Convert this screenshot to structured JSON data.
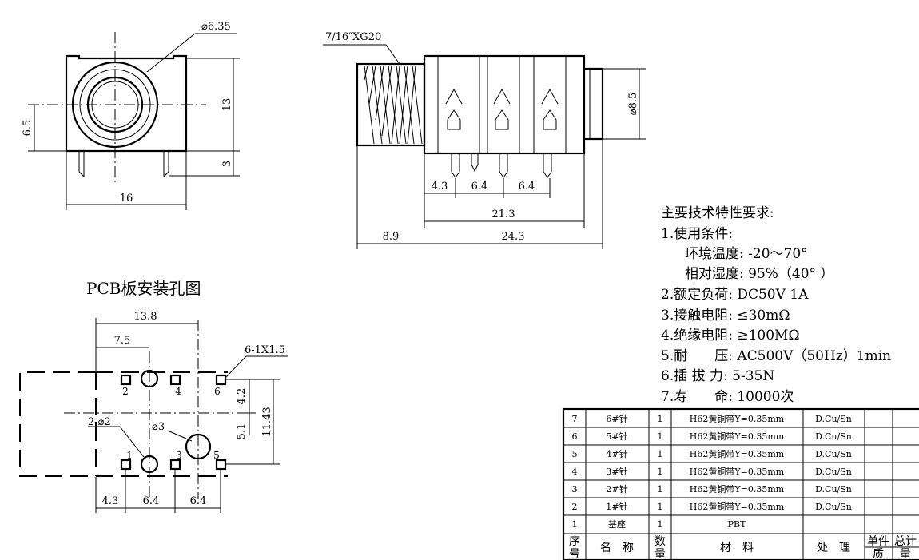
{
  "front_view": {
    "dia_label": "⌀6.35",
    "height_label": "13",
    "center_label": "6.5",
    "pin_label": "3",
    "width_label": "16"
  },
  "side_view": {
    "thread_label": "7/16″XG20",
    "dia_label": "⌀8.5",
    "dims_pins": [
      "4.3",
      "6.4",
      "6.4"
    ],
    "dim_21": "21.3",
    "dim_89": "8.9",
    "dim_243": "24.3"
  },
  "pcb": {
    "title": "PCB板安装孔图",
    "dim_138": "13.8",
    "dim_75": "7.5",
    "hole_spec": "6-1X1.5",
    "dim_42": "4.2",
    "dim_51": "5.1",
    "dim_1143": "11.43",
    "hole2_label": "2-⌀2",
    "hole3_label": "⌀3",
    "pin_numbers": [
      "2",
      "4",
      "6",
      "1",
      "3",
      "5"
    ],
    "bottom_dims": [
      "4.3",
      "6.4",
      "6.4"
    ]
  },
  "specs": {
    "heading": "主要技术特性要求:",
    "lines": [
      "1.使用条件:",
      "环境温度: -20～70°",
      "相对湿度: 95%（40° ）",
      "2.额定负荷: DC50V 1A",
      "3.接触电阻: ≤30mΩ",
      "4.绝缘电阻: ≥100MΩ",
      "5.耐　　压: AC500V（50Hz）1min",
      "6.插 拔 力: 5-35N",
      "7.寿　　命: 10000次"
    ]
  },
  "bom": {
    "rows": [
      {
        "no": "7",
        "name": "6#针",
        "qty": "1",
        "material": "H62黄铜带Y=0.35mm",
        "finish": "D.Cu/Sn"
      },
      {
        "no": "6",
        "name": "5#针",
        "qty": "1",
        "material": "H62黄铜带Y=0.35mm",
        "finish": "D.Cu/Sn"
      },
      {
        "no": "5",
        "name": "4#针",
        "qty": "1",
        "material": "H62黄铜带Y=0.35mm",
        "finish": "D.Cu/Sn"
      },
      {
        "no": "4",
        "name": "3#针",
        "qty": "1",
        "material": "H62黄铜带Y=0.35mm",
        "finish": "D.Cu/Sn"
      },
      {
        "no": "3",
        "name": "2#针",
        "qty": "1",
        "material": "H62黄铜带Y=0.35mm",
        "finish": "D.Cu/Sn"
      },
      {
        "no": "2",
        "name": "1#针",
        "qty": "1",
        "material": "H62黄铜带Y=0.35mm",
        "finish": "D.Cu/Sn"
      },
      {
        "no": "1",
        "name": "基座",
        "qty": "1",
        "material": "PBT",
        "finish": ""
      }
    ],
    "header": {
      "no_top": "序",
      "no_bot": "号",
      "name": "名　称",
      "qty_top": "数",
      "qty_bot": "量",
      "material": "材　料",
      "finish": "处　理",
      "unit_top": "单件",
      "unit_bot": "质",
      "total_top": "总计",
      "total_bot": "量"
    }
  }
}
